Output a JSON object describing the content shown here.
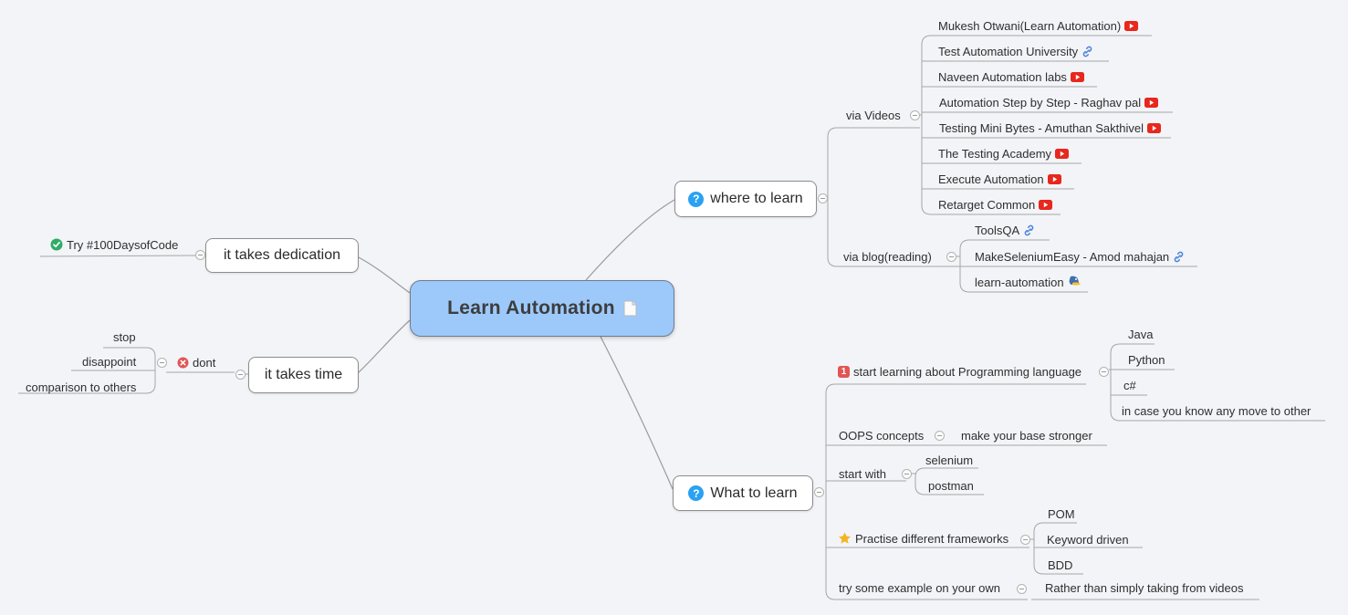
{
  "root": {
    "label": "Learn Automation"
  },
  "icons": {
    "question": "?"
  },
  "left": {
    "dedication": {
      "label": "it takes dedication",
      "tip": {
        "label": "Try #100DaysofCode"
      }
    },
    "time": {
      "label": "it takes time",
      "dont": {
        "label": "dont",
        "children": [
          {
            "label": "stop"
          },
          {
            "label": "disappoint"
          },
          {
            "label": "comparison to others"
          }
        ]
      }
    }
  },
  "right": {
    "where": {
      "label": "where to learn",
      "videos": {
        "label": "via Videos",
        "children": [
          {
            "label": "Mukesh Otwani(Learn Automation)",
            "icon": "youtube"
          },
          {
            "label": "Test Automation University",
            "icon": "link"
          },
          {
            "label": "Naveen Automation labs",
            "icon": "youtube"
          },
          {
            "label": "Automation Step by Step - Raghav pal",
            "icon": "youtube"
          },
          {
            "label": "Testing Mini Bytes - Amuthan Sakthivel",
            "icon": "youtube"
          },
          {
            "label": "The Testing Academy",
            "icon": "youtube"
          },
          {
            "label": "Execute Automation",
            "icon": "youtube"
          },
          {
            "label": "Retarget Common",
            "icon": "youtube"
          }
        ]
      },
      "blog": {
        "label": "via blog(reading)",
        "children": [
          {
            "label": "ToolsQA",
            "icon": "link"
          },
          {
            "label": "MakeSeleniumEasy - Amod mahajan",
            "icon": "link"
          },
          {
            "label": "learn-automation",
            "icon": "gator-mascot"
          }
        ]
      }
    },
    "what": {
      "label": "What to learn",
      "topics": [
        {
          "label": "start learning about Programming language",
          "badge": "1",
          "children": [
            {
              "label": "Java"
            },
            {
              "label": "Python"
            },
            {
              "label": "c#"
            },
            {
              "label": "in case you know any move to other"
            }
          ]
        },
        {
          "label": "OOPS concepts",
          "children": [
            {
              "label": "make your base stronger"
            }
          ]
        },
        {
          "label": "start with",
          "children": [
            {
              "label": "selenium"
            },
            {
              "label": "postman"
            }
          ]
        },
        {
          "label": "Practise different frameworks",
          "children": [
            {
              "label": "POM"
            },
            {
              "label": "Keyword driven"
            },
            {
              "label": "BDD"
            }
          ]
        },
        {
          "label": "try some example on your own",
          "children": [
            {
              "label": "Rather than simply taking from videos"
            }
          ]
        }
      ]
    }
  },
  "colors": {
    "background": "#f3f4f8",
    "root_fill": "#9cc9fa",
    "root_border": "#6e7b8a",
    "box_border": "#8d8d8d",
    "line": "#a6a6a6",
    "text": "#2e2e2e",
    "youtube_red": "#e8271d",
    "link_blue": "#4a84db",
    "check_green": "#2fac66",
    "cross_red": "#e15554",
    "badge_red": "#e15554",
    "star_yellow": "#f5b31d",
    "question_blue": "#2aa1f2"
  }
}
